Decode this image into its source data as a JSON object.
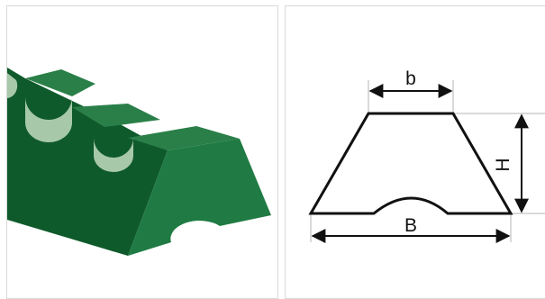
{
  "left_panel": {
    "kind": "3d-render",
    "subject": "notched-trapezoid-belt"
  },
  "right_panel": {
    "kind": "cross-section-drawing",
    "labels": {
      "top_width": "b",
      "bottom_width": "B",
      "height": "H"
    }
  },
  "colors": {
    "belt_top": "#1e6b3a",
    "belt_top_light": "#2a7f48",
    "belt_front": "#0f5a2b",
    "belt_side": "#1f7b43",
    "notch_light": "#a7c9a9",
    "outline": "#111111",
    "extension_line": "#b5b5b5",
    "panel_border": "#d9d9d9"
  }
}
